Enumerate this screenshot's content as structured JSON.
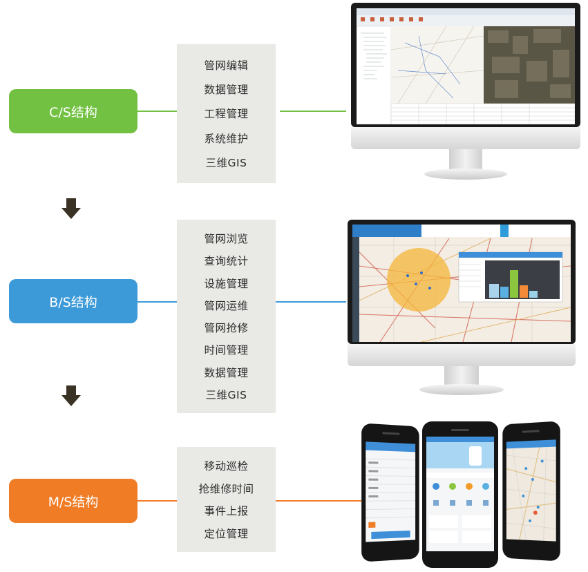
{
  "tiers": [
    {
      "label": "C/S结构",
      "color": "#72c142",
      "features": [
        "管网编辑",
        "数据管理",
        "工程管理",
        "系统维护",
        "三维GIS"
      ]
    },
    {
      "label": "B/S结构",
      "color": "#3c9ad8",
      "features": [
        "管网浏览",
        "查询统计",
        "设施管理",
        "管网运维",
        "管网抢修",
        "时间管理",
        "数据管理",
        "三维GIS"
      ]
    },
    {
      "label": "M/S结构",
      "color": "#f07c26",
      "features": [
        "移动巡检",
        "抢维修时间",
        "事件上报",
        "定位管理"
      ]
    }
  ],
  "arrow_color": "#3b3226"
}
